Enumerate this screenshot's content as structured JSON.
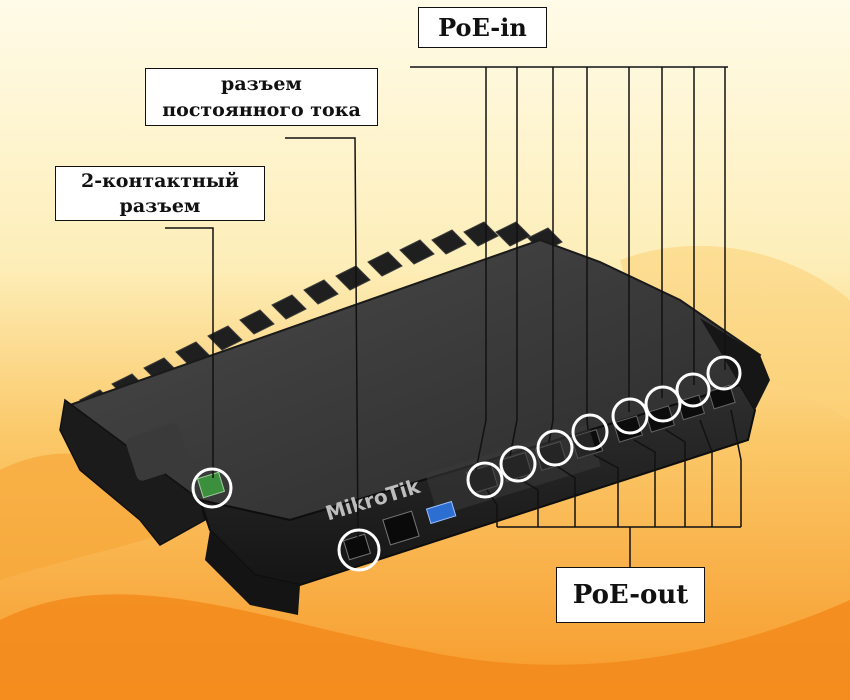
{
  "labels": {
    "poe_in": "PoE-in",
    "dc_connector": [
      "разъем",
      "постоянного тока"
    ],
    "two_pin_connector": [
      "2-контактный",
      "разъем"
    ],
    "poe_out": "PoE-out"
  },
  "device": {
    "brand": "MikroTik"
  },
  "colors": {
    "background_top": "#fdf3cf",
    "background_orange": "#f5921e",
    "device_body": "#2b2b2b",
    "label_border": "#111111",
    "callout_ring": "#ffffff"
  }
}
